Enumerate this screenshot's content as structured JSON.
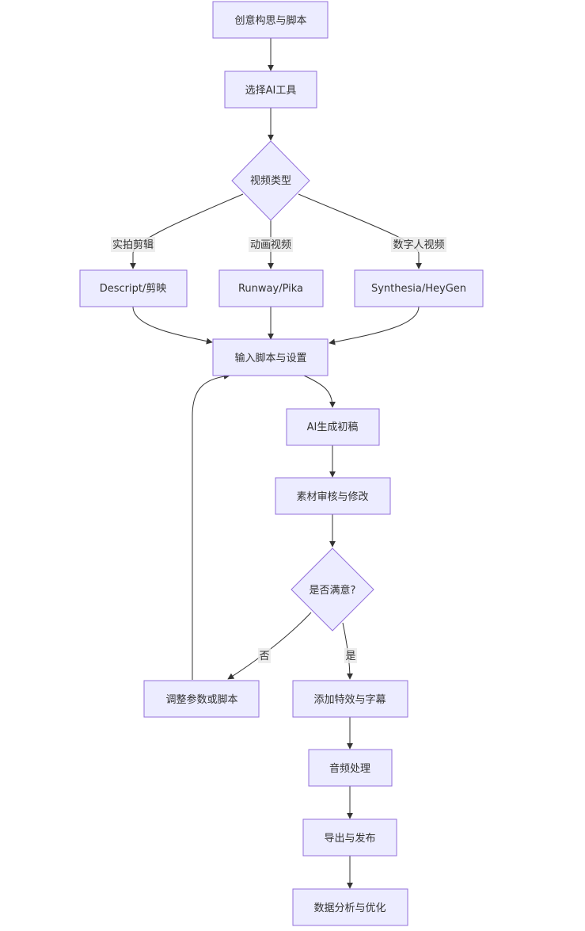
{
  "nodes": {
    "n1": "创意构思与脚本",
    "n2": "选择AI工具",
    "n3": "视频类型",
    "n4": "Descript/剪映",
    "n5": "Runway/Pika",
    "n6": "Synthesia/HeyGen",
    "n7": "输入脚本与设置",
    "n8": "AI生成初稿",
    "n9": "素材审核与修改",
    "n10": "是否满意?",
    "n11": "调整参数或脚本",
    "n12": "添加特效与字幕",
    "n13": "音频处理",
    "n14": "导出与发布",
    "n15": "数据分析与优化"
  },
  "edge_labels": {
    "real_shoot": "实拍剪辑",
    "animation": "动画视频",
    "digital_human": "数字人视频",
    "no": "否",
    "yes": "是"
  },
  "colors": {
    "node_fill": "#ececff",
    "node_stroke": "#9370db",
    "edge_stroke": "#333333",
    "label_bg": "#e8e8e8",
    "text": "#333333"
  }
}
